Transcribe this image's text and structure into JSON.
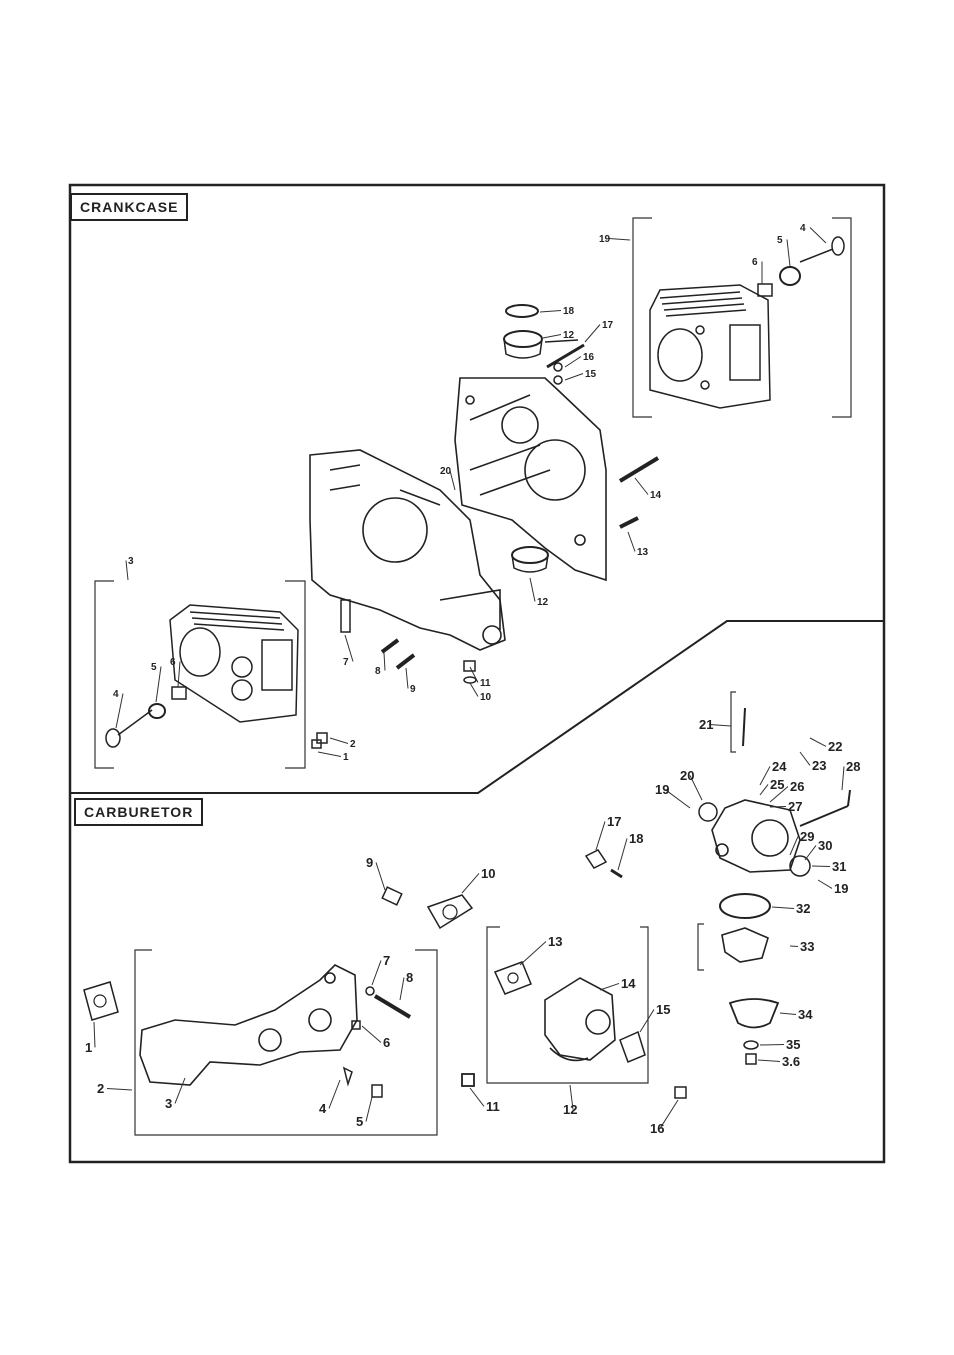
{
  "sections": {
    "crankcase": {
      "title": "CRANKCASE"
    },
    "carburetor": {
      "title": "CARBURETOR"
    }
  },
  "crankcase_callouts": [
    "19",
    "4",
    "5",
    "6",
    "18",
    "12",
    "17",
    "16",
    "15",
    "20",
    "14",
    "13",
    "12",
    "3",
    "5",
    "6",
    "4",
    "7",
    "8",
    "9",
    "11",
    "10",
    "2",
    "1"
  ],
  "carburetor_callouts": [
    "21",
    "22",
    "23",
    "24",
    "25",
    "26",
    "27",
    "28",
    "20",
    "19",
    "29",
    "30",
    "31",
    "19",
    "17",
    "18",
    "9",
    "10",
    "32",
    "33",
    "13",
    "14",
    "7",
    "8",
    "15",
    "34",
    "1",
    "6",
    "2",
    "3",
    "4",
    "5",
    "11",
    "12",
    "16",
    "35",
    "3.6"
  ]
}
